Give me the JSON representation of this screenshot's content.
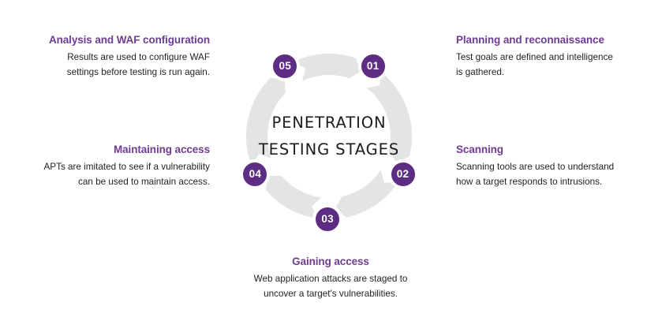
{
  "diagram": {
    "center_title_lines": [
      "PENETRATION",
      "TESTING STAGES"
    ],
    "ring_color": "#e4e4e6",
    "badge_color": "#5c2d83",
    "heading_color": "#6f3c92",
    "body_color": "#231f20",
    "background_color": "#ffffff",
    "segment_count": 5,
    "direction": "clockwise",
    "badges": [
      {
        "label": "01",
        "angle_deg": -58
      },
      {
        "label": "02",
        "angle_deg": 27
      },
      {
        "label": "03",
        "angle_deg": 91
      },
      {
        "label": "04",
        "angle_deg": 153
      },
      {
        "label": "05",
        "angle_deg": -122
      }
    ]
  },
  "stages": [
    {
      "number": "01",
      "title": "Planning and reconnaissance",
      "body_lines": [
        "Test goals are defined and intelligence",
        "is gathered."
      ],
      "align": "left"
    },
    {
      "number": "02",
      "title": "Scanning",
      "body_lines": [
        "Scanning tools are used to understand",
        "how a target responds to intrusions."
      ],
      "align": "left"
    },
    {
      "number": "03",
      "title": "Gaining access",
      "body_lines": [
        "Web application attacks are staged to",
        "uncover a target's vulnerabilities."
      ],
      "align": "center"
    },
    {
      "number": "04",
      "title": "Maintaining access",
      "body_lines": [
        "APTs are imitated to see if a vulnerability",
        "can be used to maintain access."
      ],
      "align": "right"
    },
    {
      "number": "05",
      "title": "Analysis and WAF configuration",
      "body_lines": [
        "Results are used to configure WAF",
        "settings before testing is run again."
      ],
      "align": "right"
    }
  ]
}
